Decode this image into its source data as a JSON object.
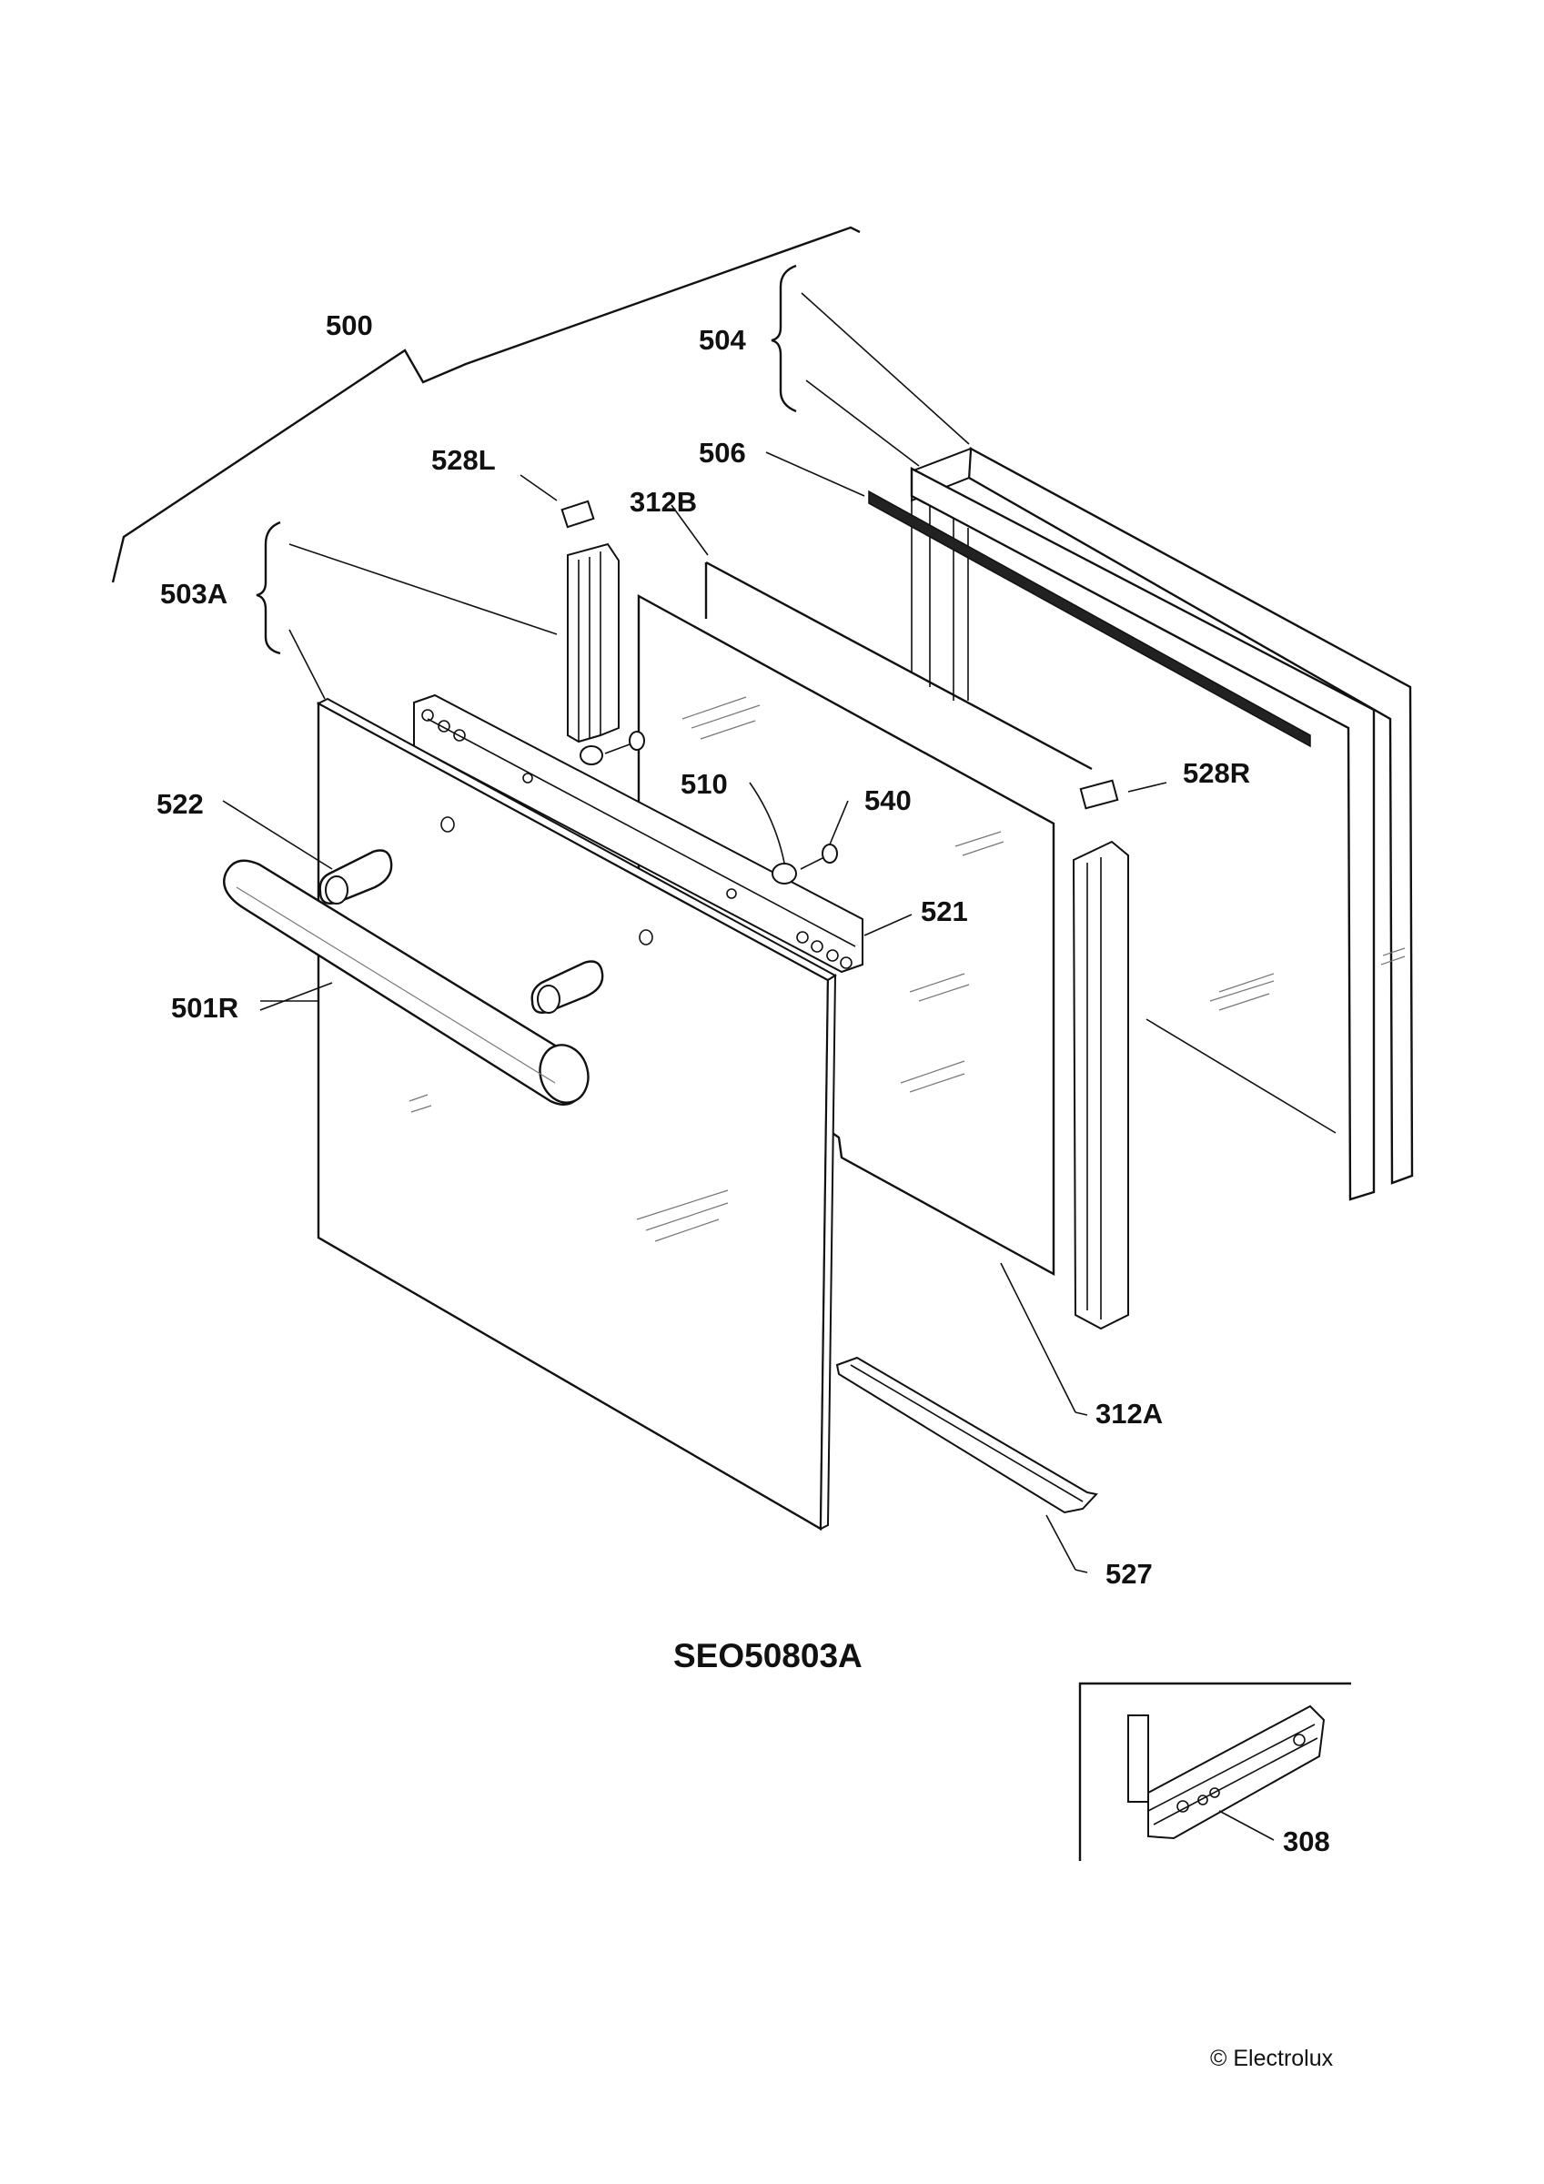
{
  "diagram": {
    "code": "SEO50803A",
    "copyright": "© Electrolux",
    "labels": {
      "p500": "500",
      "p504": "504",
      "p506": "506",
      "p528L": "528L",
      "p312B": "312B",
      "p503A": "503A",
      "p510": "510",
      "p540": "540",
      "p528R": "528R",
      "p522": "522",
      "p521": "521",
      "p501R": "501R",
      "p312A": "312A",
      "p527": "527",
      "p308": "308"
    }
  }
}
